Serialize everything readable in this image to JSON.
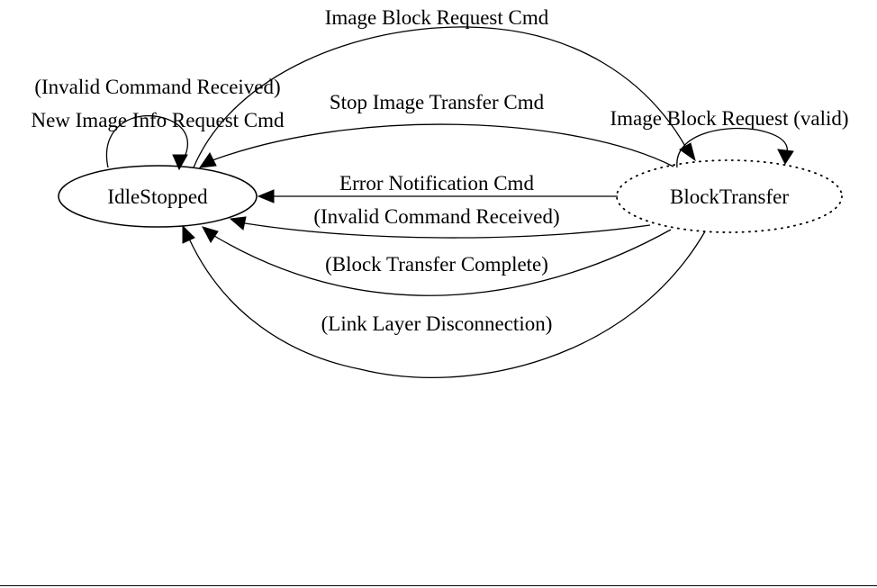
{
  "nodes": {
    "idle": "IdleStopped",
    "block": "BlockTransfer"
  },
  "edges": {
    "image_block_request_cmd": "Image Block Request Cmd",
    "invalid_command_self": "(Invalid Command Received)",
    "new_image_info": "New Image Info Request Cmd",
    "stop_image_transfer": "Stop Image Transfer Cmd",
    "image_block_request_valid": "Image Block Request (valid)",
    "error_notification": "Error Notification Cmd",
    "invalid_command": "(Invalid Command Received)",
    "block_transfer_complete": "(Block Transfer Complete)",
    "link_layer_disconnection": "(Link Layer Disconnection)"
  },
  "styles": {
    "stroke": "#000000",
    "background": "#ffffff"
  }
}
